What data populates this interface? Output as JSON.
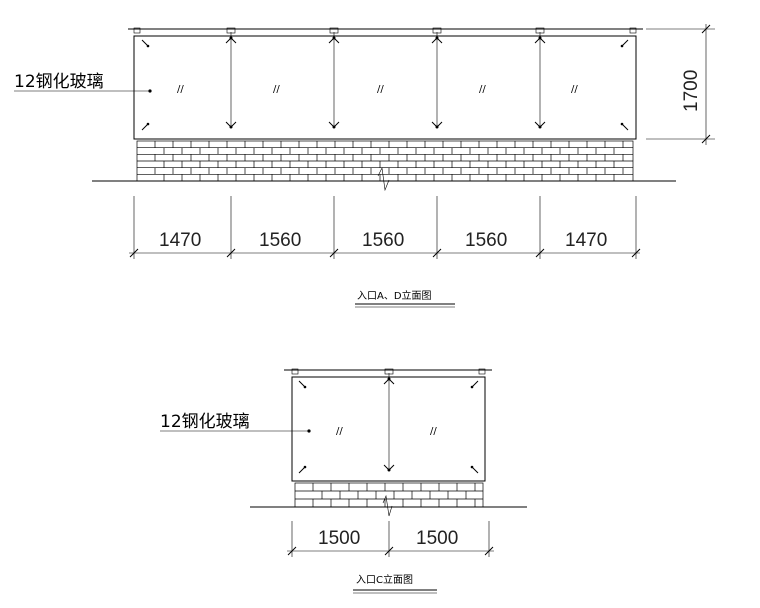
{
  "elevation_1": {
    "glass_label": "12钢化玻璃",
    "height_dim": "1700",
    "widths": [
      "1470",
      "1560",
      "1560",
      "1560",
      "1470"
    ],
    "caption": "入口A、D立面图"
  },
  "elevation_2": {
    "glass_label": "12钢化玻璃",
    "widths": [
      "1500",
      "1500"
    ],
    "caption": "入口C立面图"
  },
  "glass_mark": "//"
}
